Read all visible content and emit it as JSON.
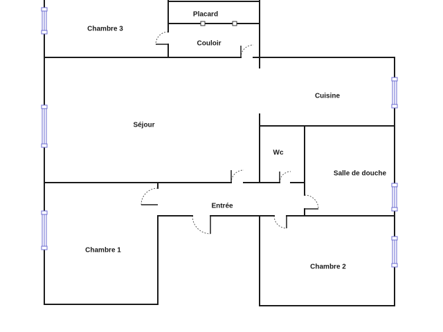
{
  "plan": {
    "rooms": {
      "placard": "Placard",
      "couloir": "Couloir",
      "chambre3": "Chambre 3",
      "sejour": "Séjour",
      "cuisine": "Cuisine",
      "wc": "Wc",
      "salle_de_douche": "Salle de douche",
      "entree": "Entrée",
      "chambre1": "Chambre 1",
      "chambre2": "Chambre 2"
    },
    "colors": {
      "wall": "#1a1a1a",
      "window": "#6a6ad0",
      "background": "#ffffff"
    }
  }
}
